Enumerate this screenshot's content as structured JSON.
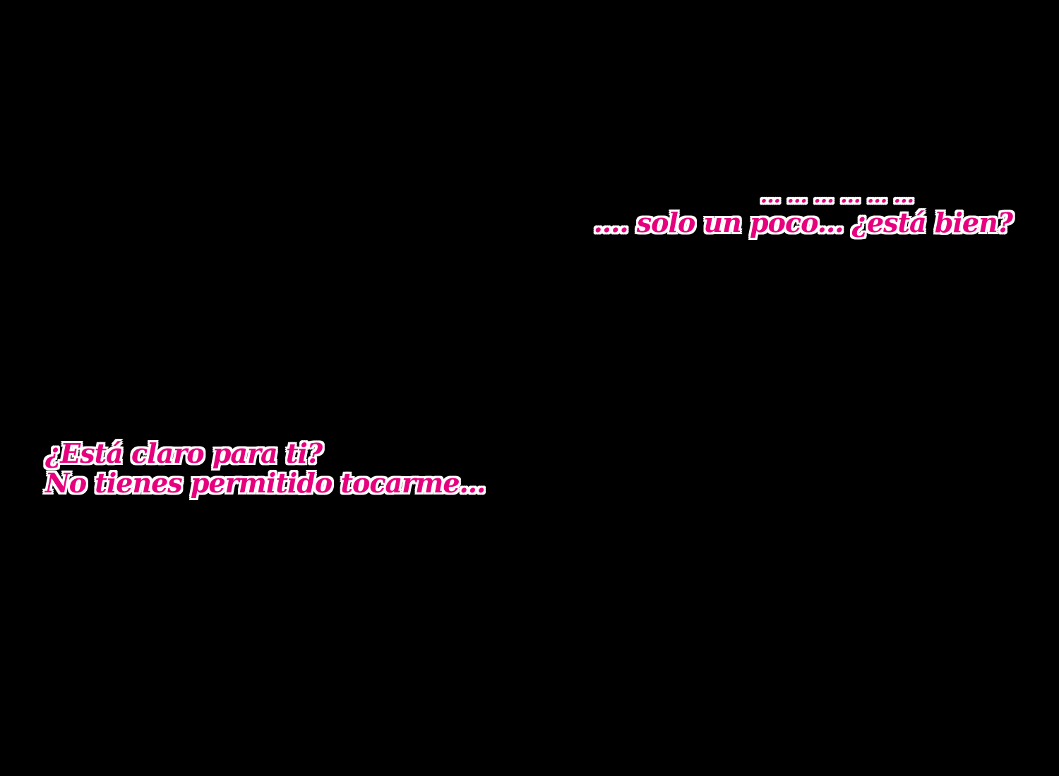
{
  "background_color": "#000000",
  "text_color": "#e6007e",
  "outline_color": "#ffffff",
  "captions": {
    "top": {
      "line1": "... ... ... ... ... ...",
      "line2": ".... solo un poco... ¿está bien?"
    },
    "bottom": {
      "line1": "¿Está claro para ti?",
      "line2": "No tienes permitido tocarme..."
    }
  }
}
